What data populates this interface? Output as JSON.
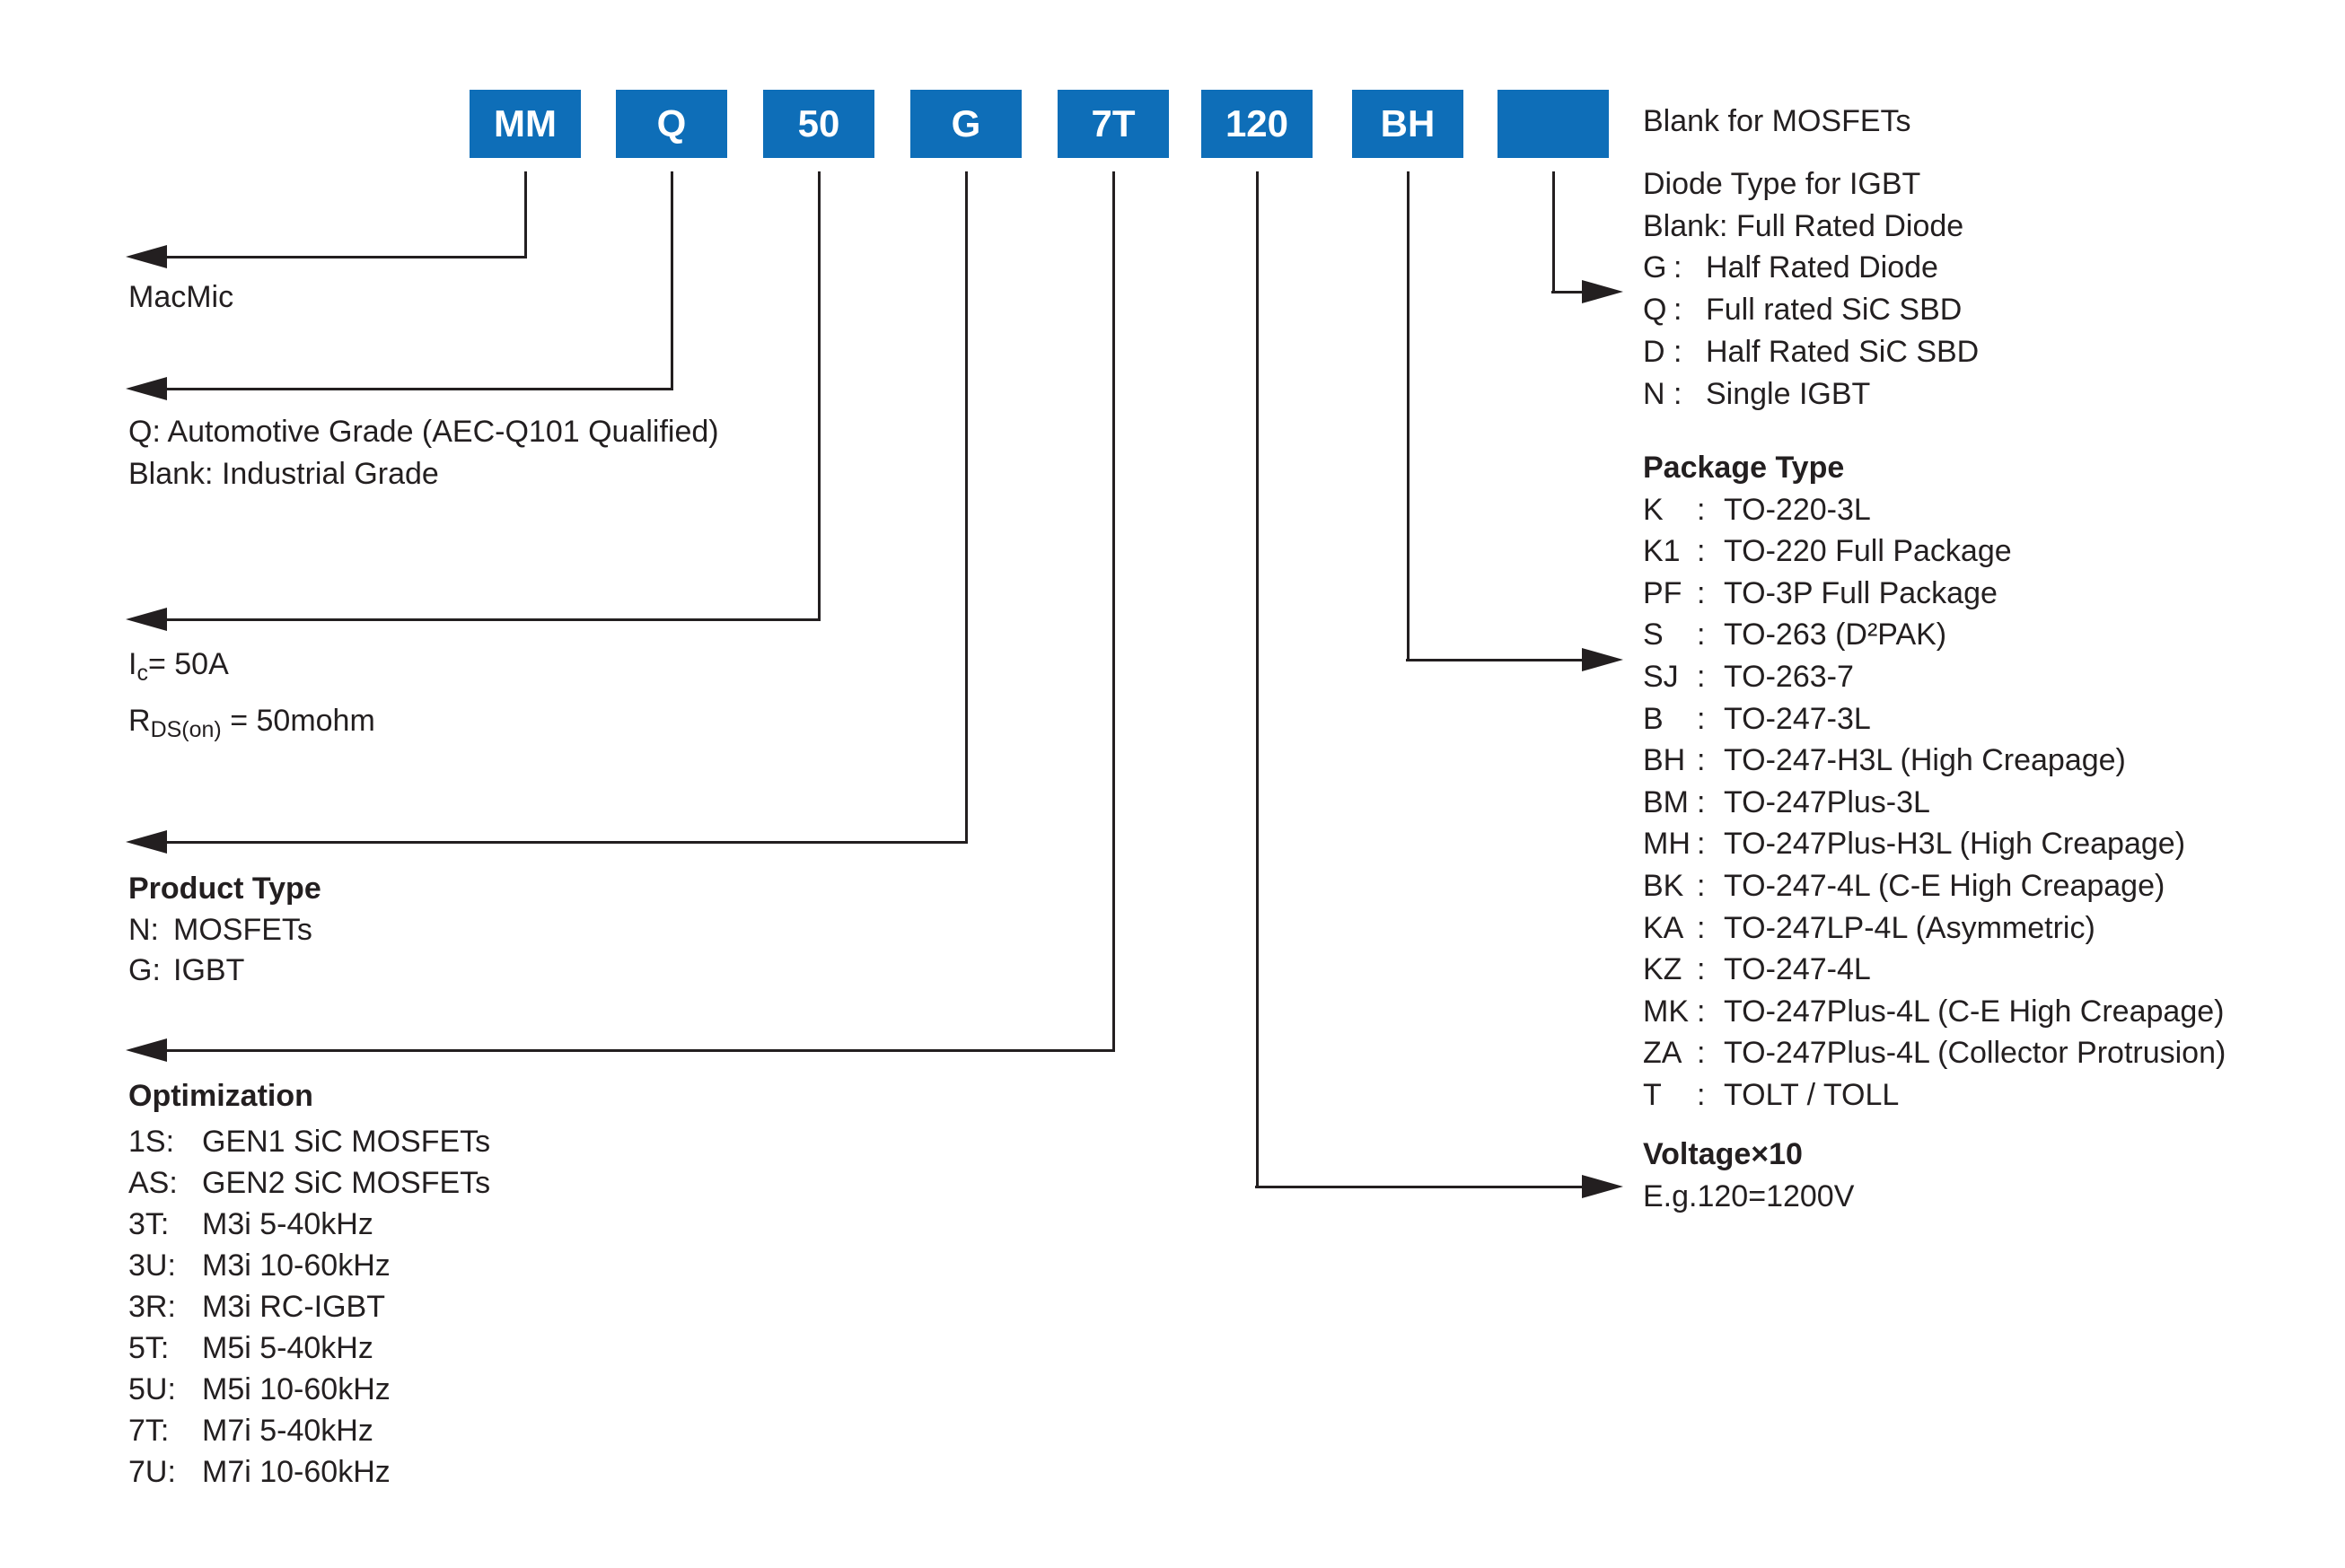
{
  "colors": {
    "accent": "#0e6eb8",
    "ink": "#231f20",
    "background": "#ffffff"
  },
  "part_number": {
    "segments": [
      "MM",
      "Q",
      "50",
      "G",
      "7T",
      "120",
      "BH",
      ""
    ]
  },
  "brand": {
    "label": "MacMic"
  },
  "grade": {
    "line1": "Q: Automotive Grade (AEC-Q101 Qualified)",
    "line2": "Blank: Industrial Grade"
  },
  "current": {
    "i": {
      "base": "I",
      "sub": "c",
      "rest": "= 50A"
    },
    "r": {
      "base": "R",
      "sub": "DS(on)",
      "rest": " = 50mohm"
    }
  },
  "product_type": {
    "title": "Product Type",
    "items": [
      {
        "code": "N:",
        "desc": "MOSFETs"
      },
      {
        "code": "G:",
        "desc": "IGBT"
      }
    ]
  },
  "optimization": {
    "title": "Optimization",
    "items": [
      {
        "code": "1S:",
        "desc": "GEN1 SiC MOSFETs"
      },
      {
        "code": "AS:",
        "desc": "GEN2 SiC MOSFETs"
      },
      {
        "code": "3T:",
        "desc": "M3i 5-40kHz"
      },
      {
        "code": "3U:",
        "desc": "M3i 10-60kHz"
      },
      {
        "code": "3R:",
        "desc": "M3i RC-IGBT"
      },
      {
        "code": "5T:",
        "desc": "M5i 5-40kHz"
      },
      {
        "code": "5U:",
        "desc": "M5i 10-60kHz"
      },
      {
        "code": "7T:",
        "desc": "M7i 5-40kHz"
      },
      {
        "code": "7U:",
        "desc": "M7i 10-60kHz"
      }
    ]
  },
  "diode": {
    "mosfet_note": "Blank for MOSFETs",
    "title": "Diode Type for IGBT",
    "blank_line": "Blank: Full Rated Diode",
    "colon": ":",
    "items": [
      {
        "code": "G",
        "desc": "Half Rated Diode"
      },
      {
        "code": "Q",
        "desc": "Full rated SiC SBD"
      },
      {
        "code": "D",
        "desc": "Half Rated SiC SBD"
      },
      {
        "code": "N",
        "desc": "Single IGBT"
      }
    ]
  },
  "package": {
    "title": "Package Type",
    "colon": ":",
    "items": [
      {
        "code": "K",
        "desc": "TO-220-3L"
      },
      {
        "code": "K1",
        "desc": "TO-220 Full Package"
      },
      {
        "code": "PF",
        "desc": "TO-3P Full Package"
      },
      {
        "code": "S",
        "desc": "TO-263 (D²PAK)"
      },
      {
        "code": "SJ",
        "desc": "TO-263-7"
      },
      {
        "code": "B",
        "desc": "TO-247-3L"
      },
      {
        "code": "BH",
        "desc": "TO-247-H3L (High Creapage)"
      },
      {
        "code": "BM",
        "desc": "TO-247Plus-3L"
      },
      {
        "code": "MH",
        "desc": "TO-247Plus-H3L (High Creapage)"
      },
      {
        "code": "BK",
        "desc": "TO-247-4L (C-E High Creapage)"
      },
      {
        "code": "KA",
        "desc": "TO-247LP-4L (Asymmetric)"
      },
      {
        "code": "KZ",
        "desc": "TO-247-4L"
      },
      {
        "code": "MK",
        "desc": "TO-247Plus-4L (C-E High Creapage)"
      },
      {
        "code": "ZA",
        "desc": "TO-247Plus-4L (Collector Protrusion)"
      },
      {
        "code": "T",
        "desc": "TOLT / TOLL"
      }
    ]
  },
  "voltage": {
    "title": "Voltage×10",
    "example": "E.g.120=1200V"
  }
}
